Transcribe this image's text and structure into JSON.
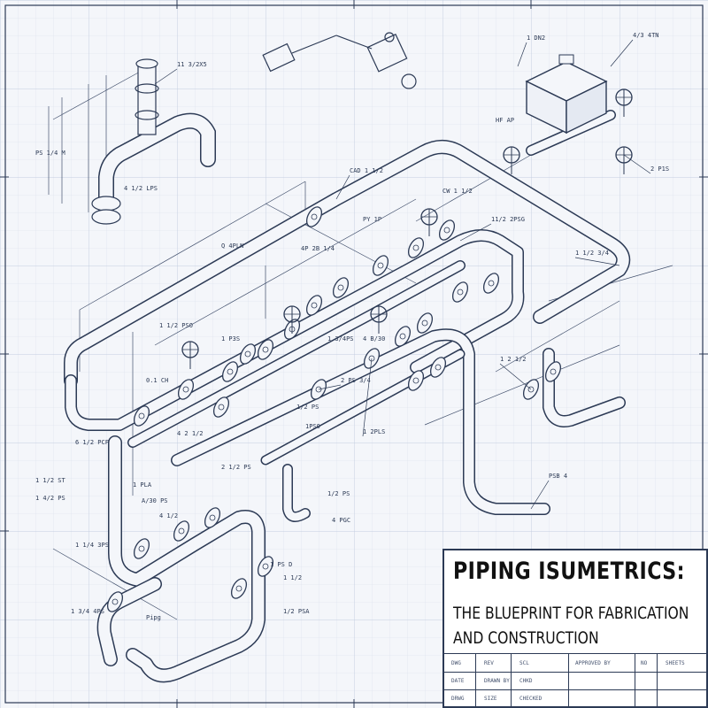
{
  "title_block": {
    "title": "PIPING ISUMETRICS:",
    "subtitle_line1": "THE BLUEPRINT FOR FABRICATION",
    "subtitle_line2": "AND CONSTRUCTION",
    "cells": [
      "DWG",
      "REV",
      "SCL",
      "APPROVED BY",
      "NO",
      "SHEETS",
      "DATE",
      "DRAWN BY",
      "CHKD",
      "DRWG",
      "SIZE",
      "CHECKED"
    ]
  },
  "callouts": [
    "11 3/2X5",
    "1 DN2",
    "4/3 4TN",
    "PS 1/4 M",
    "4 1/2 LPS",
    "HF AP",
    "CAD 1 1/2",
    "CW 1 1/2",
    "PY 1P",
    "11/2 2PSG",
    "Q 4PLN",
    "4P 2B 1/4",
    "1 1/2 3/4",
    "1 1/2 PSO",
    "1 P3S",
    "1 3/4PS",
    "4 B/30",
    "0.1 CH",
    "2 PS 3/4",
    "1/2 PS",
    "4 2 1/2",
    "1PSO",
    "1 2PLS",
    "2 1/2 PS",
    "6 1/2 PCF",
    "1 1/2 ST",
    "1 4/2 PS",
    "1 PLA",
    "A/30 PS",
    "1/2 PS",
    "4 1/2",
    "4 PGC",
    "1 1/4 3PS",
    "1 PS D",
    "1 1/2",
    "1/2 PSA",
    "1 3/4 4PS",
    "Pipg",
    "PSB 4",
    "1 2 1/2",
    "2 P1S"
  ]
}
